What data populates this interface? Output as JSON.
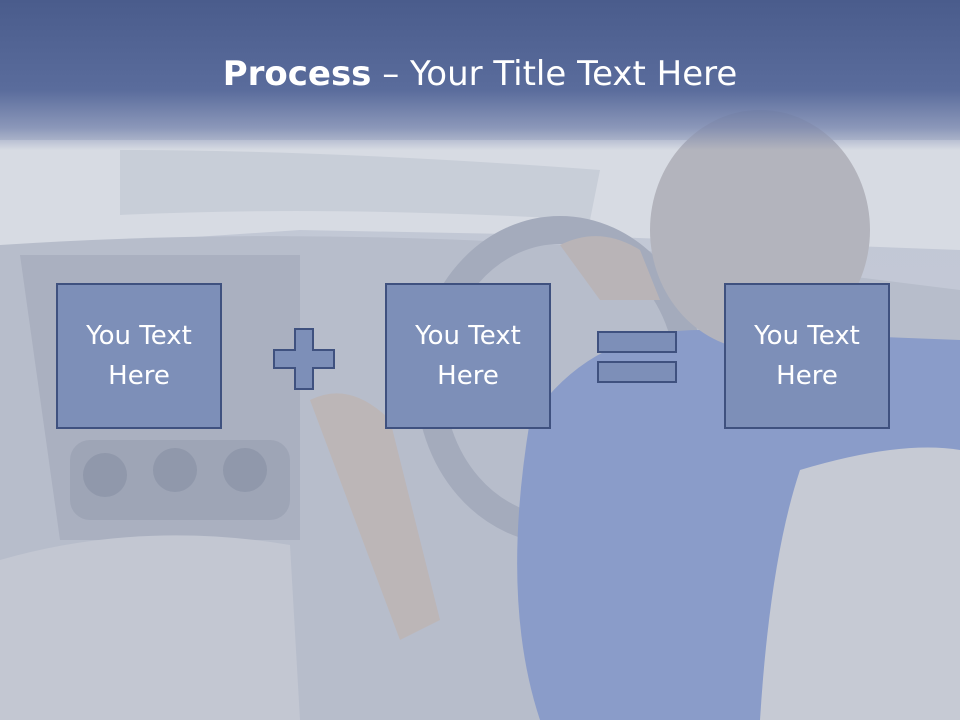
{
  "slide": {
    "title_bold": "Process",
    "title_rest": " – Your Title Text Here"
  },
  "boxes": [
    {
      "text": "You Text Here"
    },
    {
      "text": "You Text Here"
    },
    {
      "text": "You Text Here"
    }
  ],
  "operators": {
    "first": "plus-icon",
    "second": "equals-icon"
  },
  "colors": {
    "title_bar": "#51639a",
    "box_fill": "#7d8fb8",
    "box_border": "#3f517f",
    "operator_fill": "#7d8fb8"
  }
}
